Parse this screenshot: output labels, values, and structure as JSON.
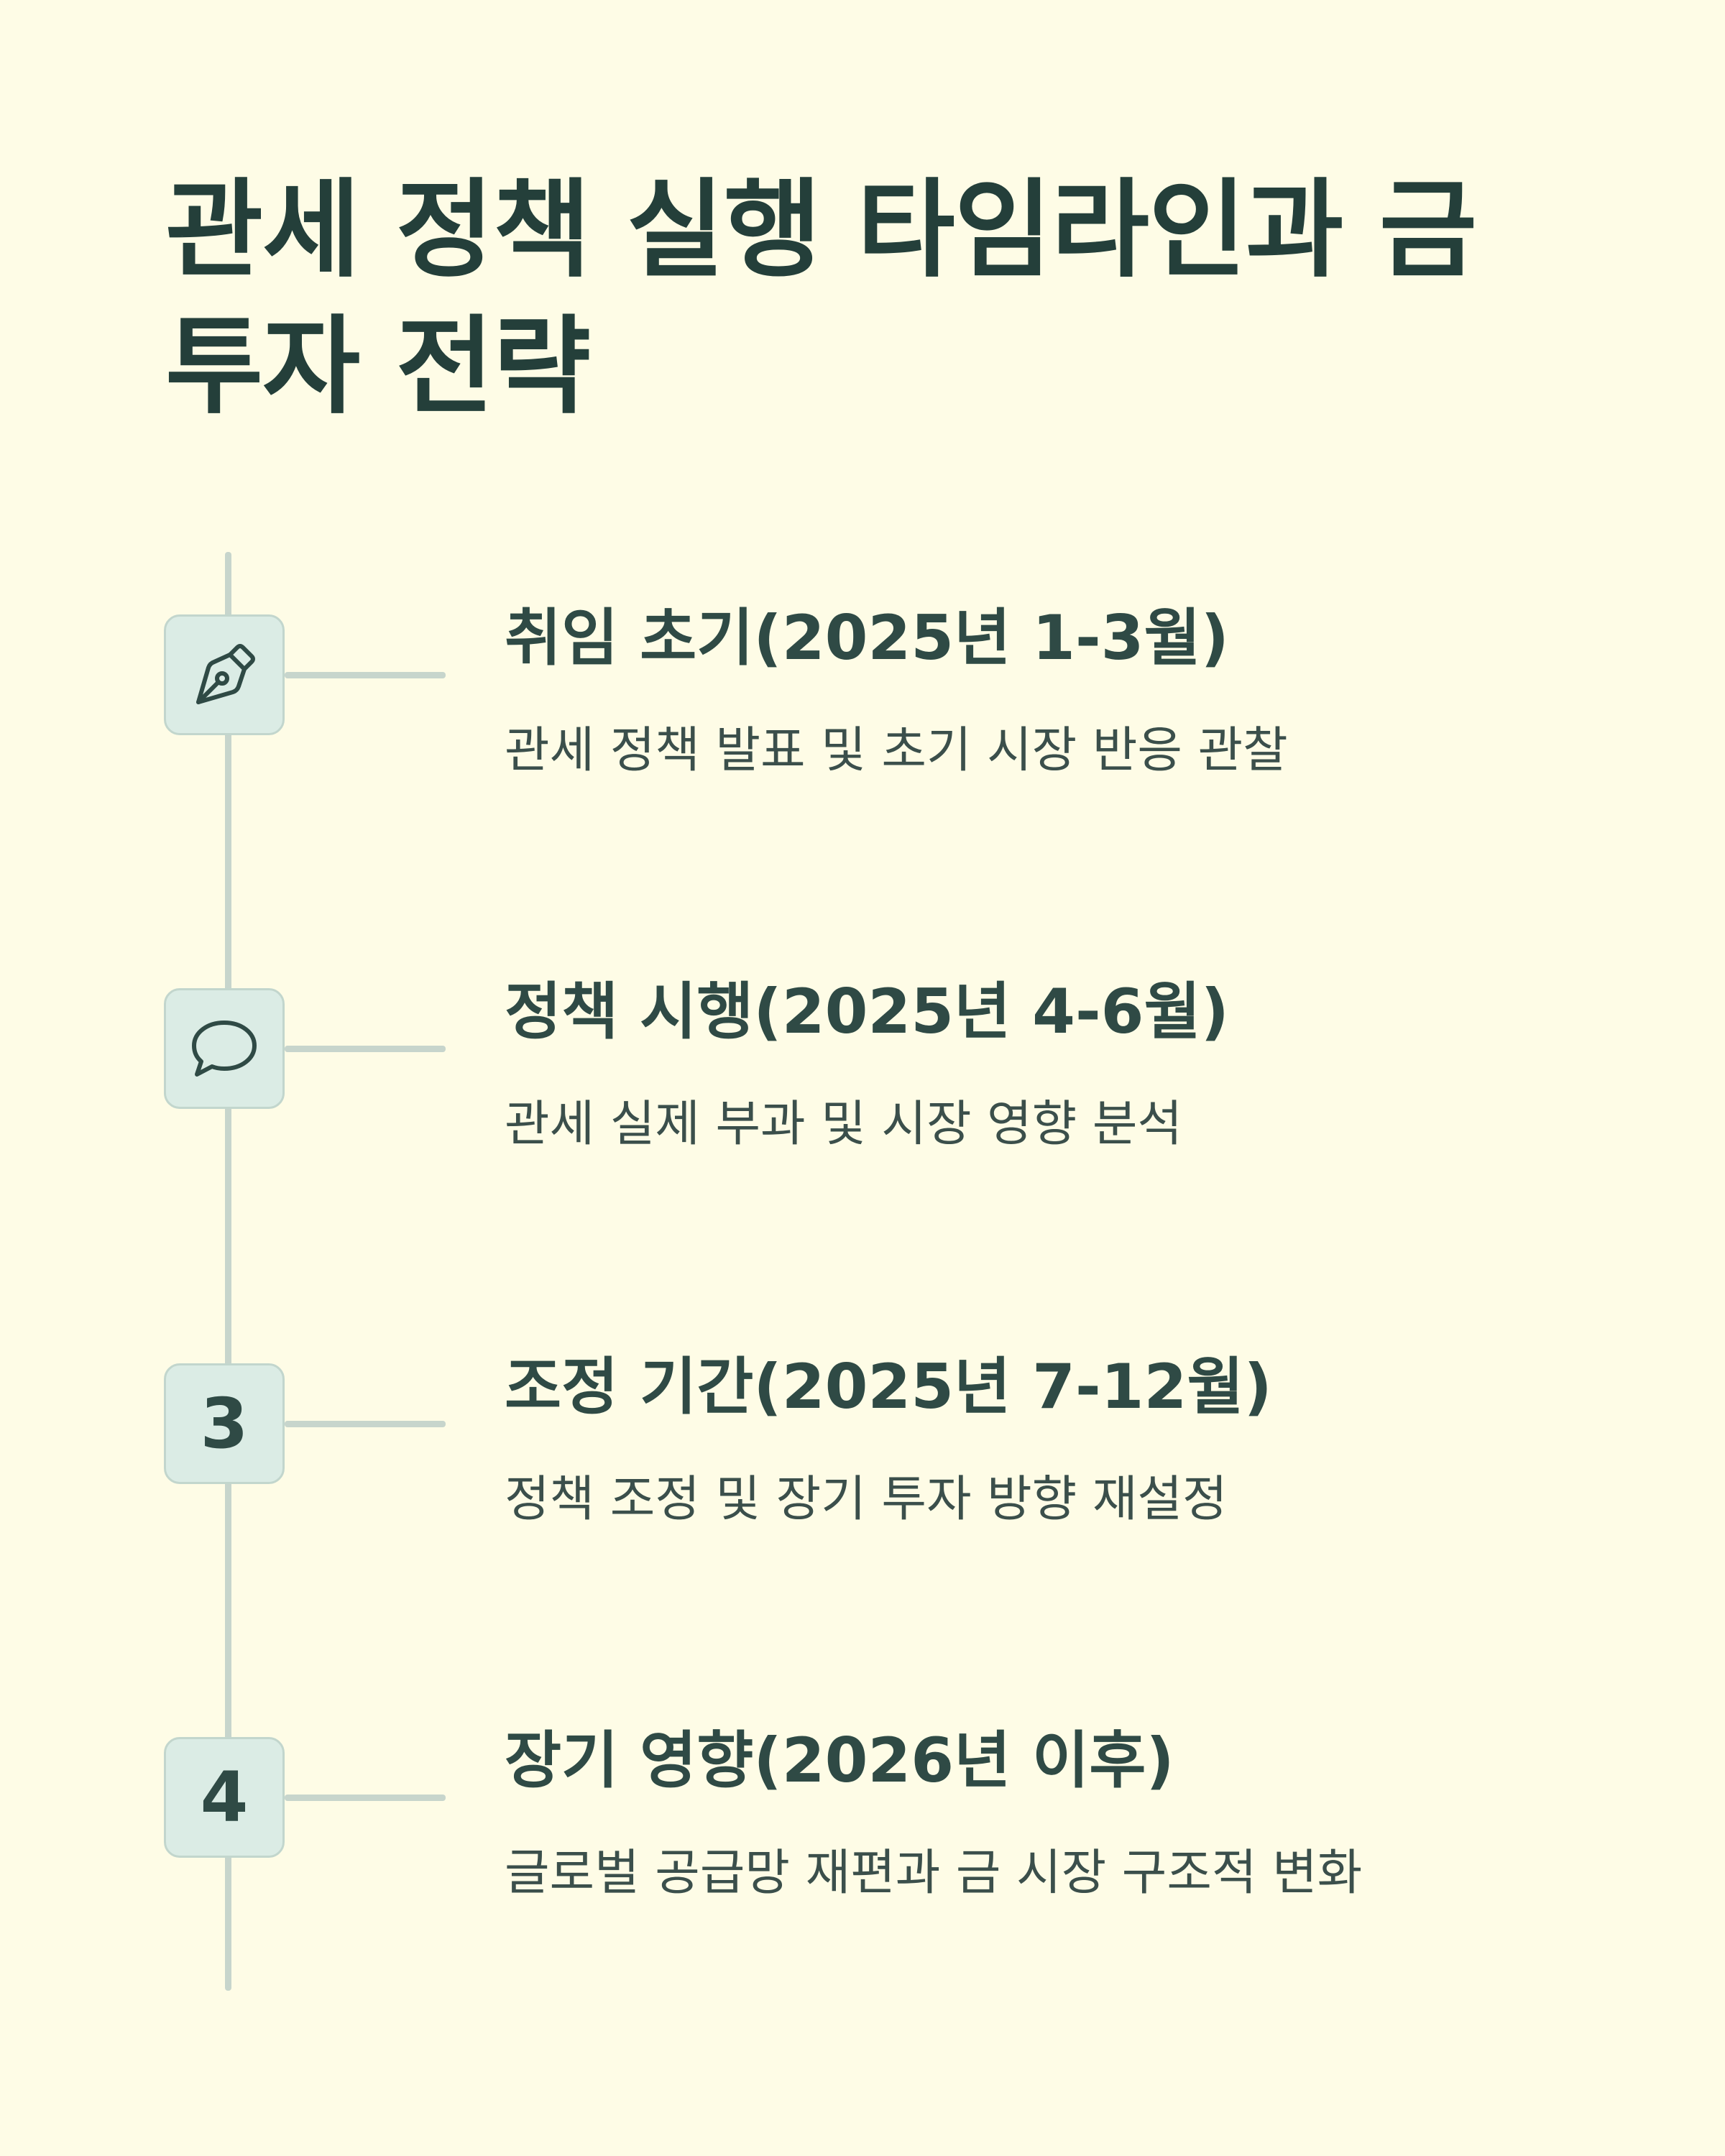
{
  "title": "관세 정책 실행 타임라인과 금 투자 전략",
  "colors": {
    "background": "#fefce6",
    "text_primary": "#243f3a",
    "line": "#c7d5cc",
    "box_fill": "#dbece5"
  },
  "steps": [
    {
      "marker_icon": "pen-nib-icon",
      "title": "취임 초기(2025년 1-3월)",
      "description": "관세 정책 발표 및 초기 시장 반응 관찰"
    },
    {
      "marker_icon": "speech-bubble-icon",
      "title": "정책 시행(2025년 4-6월)",
      "description": "관세 실제 부과 및 시장 영향 분석"
    },
    {
      "marker_number": "3",
      "title": "조정 기간(2025년 7-12월)",
      "description": "정책 조정 및 장기 투자 방향 재설정"
    },
    {
      "marker_number": "4",
      "title": "장기 영향(2026년 이후)",
      "description": "글로벌 공급망 재편과 금 시장 구조적 변화"
    }
  ]
}
